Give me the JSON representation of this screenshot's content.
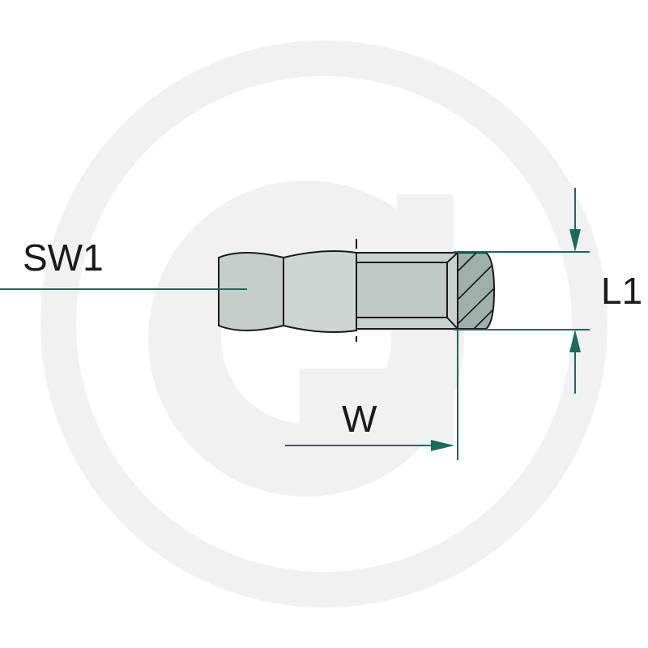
{
  "diagram": {
    "labels": {
      "sw1": "SW1",
      "l1": "L1",
      "w": "W"
    },
    "colors": {
      "dimension_line": "#1a6b5a",
      "part_fill": "#bfcac6",
      "part_fill_light": "#cdd6d2",
      "section_fill": "#8fa39c",
      "outline": "#1a1a1a",
      "watermark": "#f1f1f1"
    },
    "watermark": "logo-watermark"
  }
}
